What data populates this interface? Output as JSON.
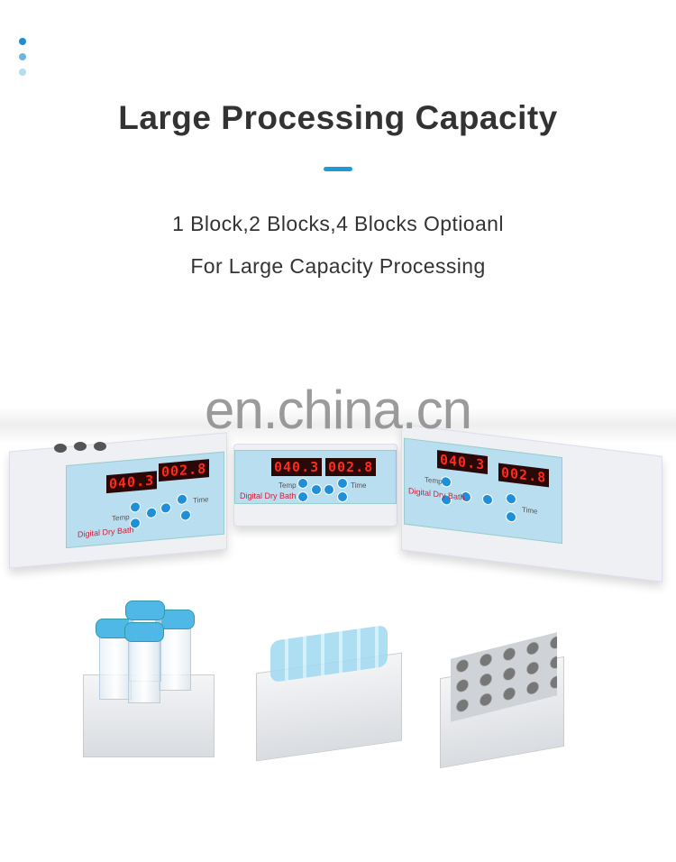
{
  "header": {
    "title": "Large Processing Capacity",
    "subtitle_line1": "1 Block,2 Blocks,4 Blocks Optioanl",
    "subtitle_line2": "For Large Capacity Processing"
  },
  "watermark": "en.china.cn",
  "devices": [
    {
      "temp_display": "040.3",
      "time_display": "002.8",
      "brand": "Digital Dry Bath",
      "temp_label": "Temp",
      "time_label": "Time"
    },
    {
      "temp_display": "040.3",
      "time_display": "002.8",
      "brand": "Digital Dry Bath",
      "temp_label": "Temp",
      "time_label": "Time"
    },
    {
      "temp_display": "040.3",
      "time_display": "002.8",
      "brand": "Digital Dry Bath",
      "temp_label": "Temp",
      "time_label": "Time"
    }
  ],
  "colors": {
    "accent": "#1e9ad6",
    "display_red": "#ff2a1a",
    "panel": "#b9def0"
  }
}
